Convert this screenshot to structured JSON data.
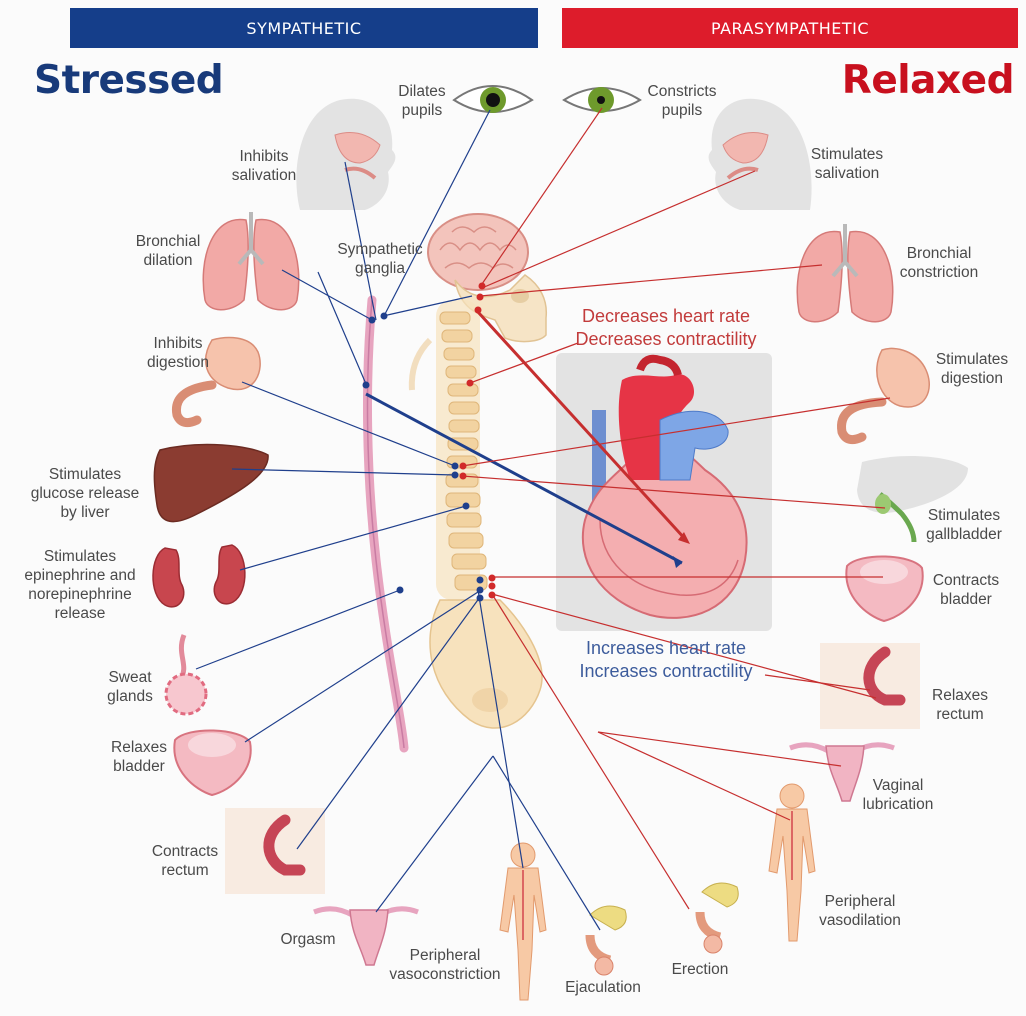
{
  "header": {
    "sympathetic": "SYMPATHETIC",
    "parasympathetic": "PARASYMPATHETIC"
  },
  "titles": {
    "left": "Stressed",
    "right": "Relaxed"
  },
  "colors": {
    "sympathetic": "#153e8a",
    "parasympathetic": "#dd1c2b",
    "sympathetic_line": "#1f3f8c",
    "parasympathetic_line": "#c62f2f",
    "organ_pink": "#f0a6a4",
    "bone": "#f4d7aa"
  },
  "labels": {
    "dilates_pupils": "Dilates\npupils",
    "constricts_pupils": "Constricts\npupils",
    "inhibits_salivation": "Inhibits\nsalivation",
    "stimulates_salivation": "Stimulates\nsalivation",
    "bronchial_dilation": "Bronchial\ndilation",
    "sympathetic_ganglia": "Sympathetic\nganglia",
    "bronchial_constriction": "Bronchial\nconstriction",
    "inhibits_digestion": "Inhibits\ndigestion",
    "stimulates_digestion": "Stimulates\ndigestion",
    "glucose_release": "Stimulates\nglucose release\nby liver",
    "stimulates_gallbladder": "Stimulates\ngallbladder",
    "epinephrine": "Stimulates\nepinephrine and\nnorepinephrine\nrelease",
    "contracts_bladder": "Contracts\nbladder",
    "sweat_glands": "Sweat\nglands",
    "relaxes_rectum": "Relaxes\nrectum",
    "relaxes_bladder": "Relaxes\nbladder",
    "vaginal_lubrication": "Vaginal\nlubrication",
    "contracts_rectum": "Contracts\nrectum",
    "peripheral_vasodilation": "Peripheral\nvasodilation",
    "orgasm": "Orgasm",
    "peripheral_vasoconstriction": "Peripheral\nvasoconstriction",
    "ejaculation": "Ejaculation",
    "erection": "Erection"
  },
  "heart": {
    "decreases": "Decreases heart rate\nDecreases contractility",
    "increases": "Increases heart rate\nIncreases contractility"
  },
  "icons": [
    "eye-icon",
    "head-icon",
    "lungs-icon",
    "stomach-icon",
    "liver-icon",
    "kidneys-icon",
    "sweat-gland-icon",
    "bladder-icon",
    "rectum-icon",
    "uterus-icon",
    "human-figure-icon",
    "male-reproductive-icon",
    "gallbladder-icon",
    "brain-icon",
    "skull-icon",
    "spine-icon",
    "heart-icon"
  ]
}
